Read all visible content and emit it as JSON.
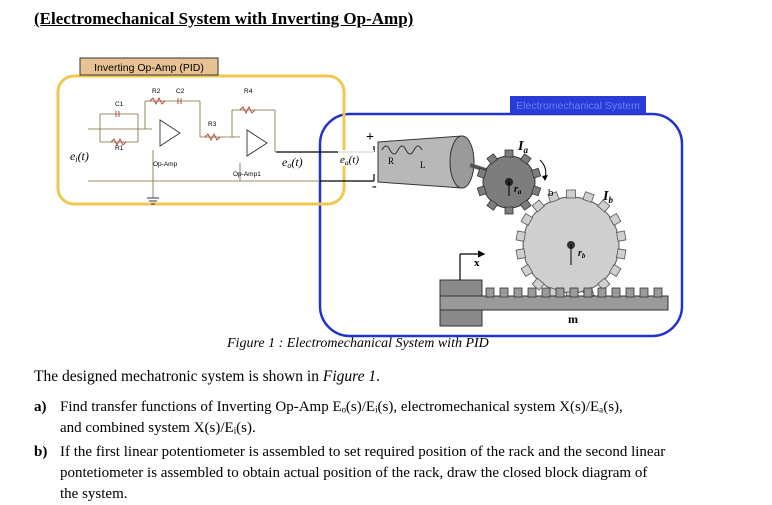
{
  "title": "(Electromechanical System with Inverting Op-Amp)",
  "figure": {
    "opamp_box_label": "Inverting Op-Amp (PID)",
    "em_box_label": "Electromechanical System",
    "components": {
      "r2": "R2",
      "c2": "C2",
      "r4": "R4",
      "c1": "C1",
      "r1": "R1",
      "r3": "R3",
      "opamp": "Op-Amp",
      "opamp1": "Op-Amp1"
    },
    "signals": {
      "ei": "e",
      "ei_sub": "i",
      "ei_arg": "(t)",
      "eo": "e",
      "eo_sub": "o",
      "eo_arg": "(t)",
      "ea": "e",
      "ea_sub": "a",
      "ea_arg": "(t)"
    },
    "motor": {
      "plus": "+",
      "minus": "-",
      "R": "R",
      "L": "L"
    },
    "mech": {
      "Ia": "I",
      "Ia_sub": "a",
      "Ib": "I",
      "Ib_sub": "b",
      "ra": "r",
      "ra_sub": "a",
      "rb": "r",
      "rb_sub": "b",
      "b": "b",
      "x": "x",
      "m": "m"
    },
    "caption": "Figure 1 : Electromechanical System with PID"
  },
  "intro": {
    "prefix": "The designed mechatronic system is shown in ",
    "ref": "Figure 1",
    "suffix": "."
  },
  "questions": [
    {
      "label": "a)",
      "lines": [
        "Find transfer functions of Inverting Op-Amp Eₒ(s)/Eᵢ(s), electromechanical system X(s)/Eₐ(s),",
        "and combined system X(s)/Eᵢ(s)."
      ]
    },
    {
      "label": "b)",
      "lines": [
        "If the first linear potentiometer is assembled to set required position of the rack and the second linear",
        "pontetiometer is assembled to obtain actual position of the rack, draw the closed block diagram of",
        "the system."
      ]
    }
  ]
}
